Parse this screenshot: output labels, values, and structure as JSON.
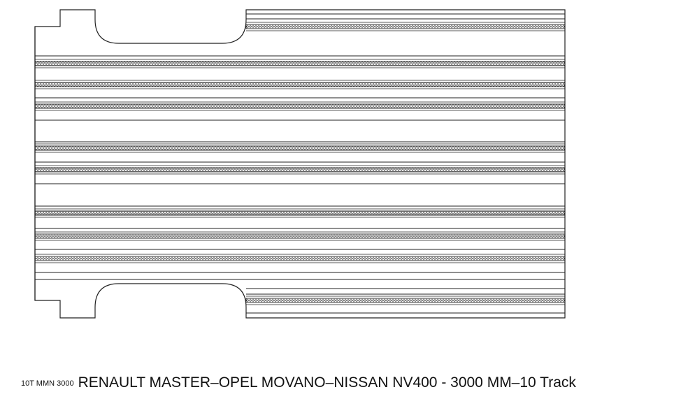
{
  "caption": {
    "code": "10T MMN 3000",
    "title": "RENAULT MASTER–OPEL MOVANO–NISSAN NV400 - 3000 MM–10 Track"
  },
  "drawing": {
    "track_count": 10,
    "line_color": "#222222"
  }
}
